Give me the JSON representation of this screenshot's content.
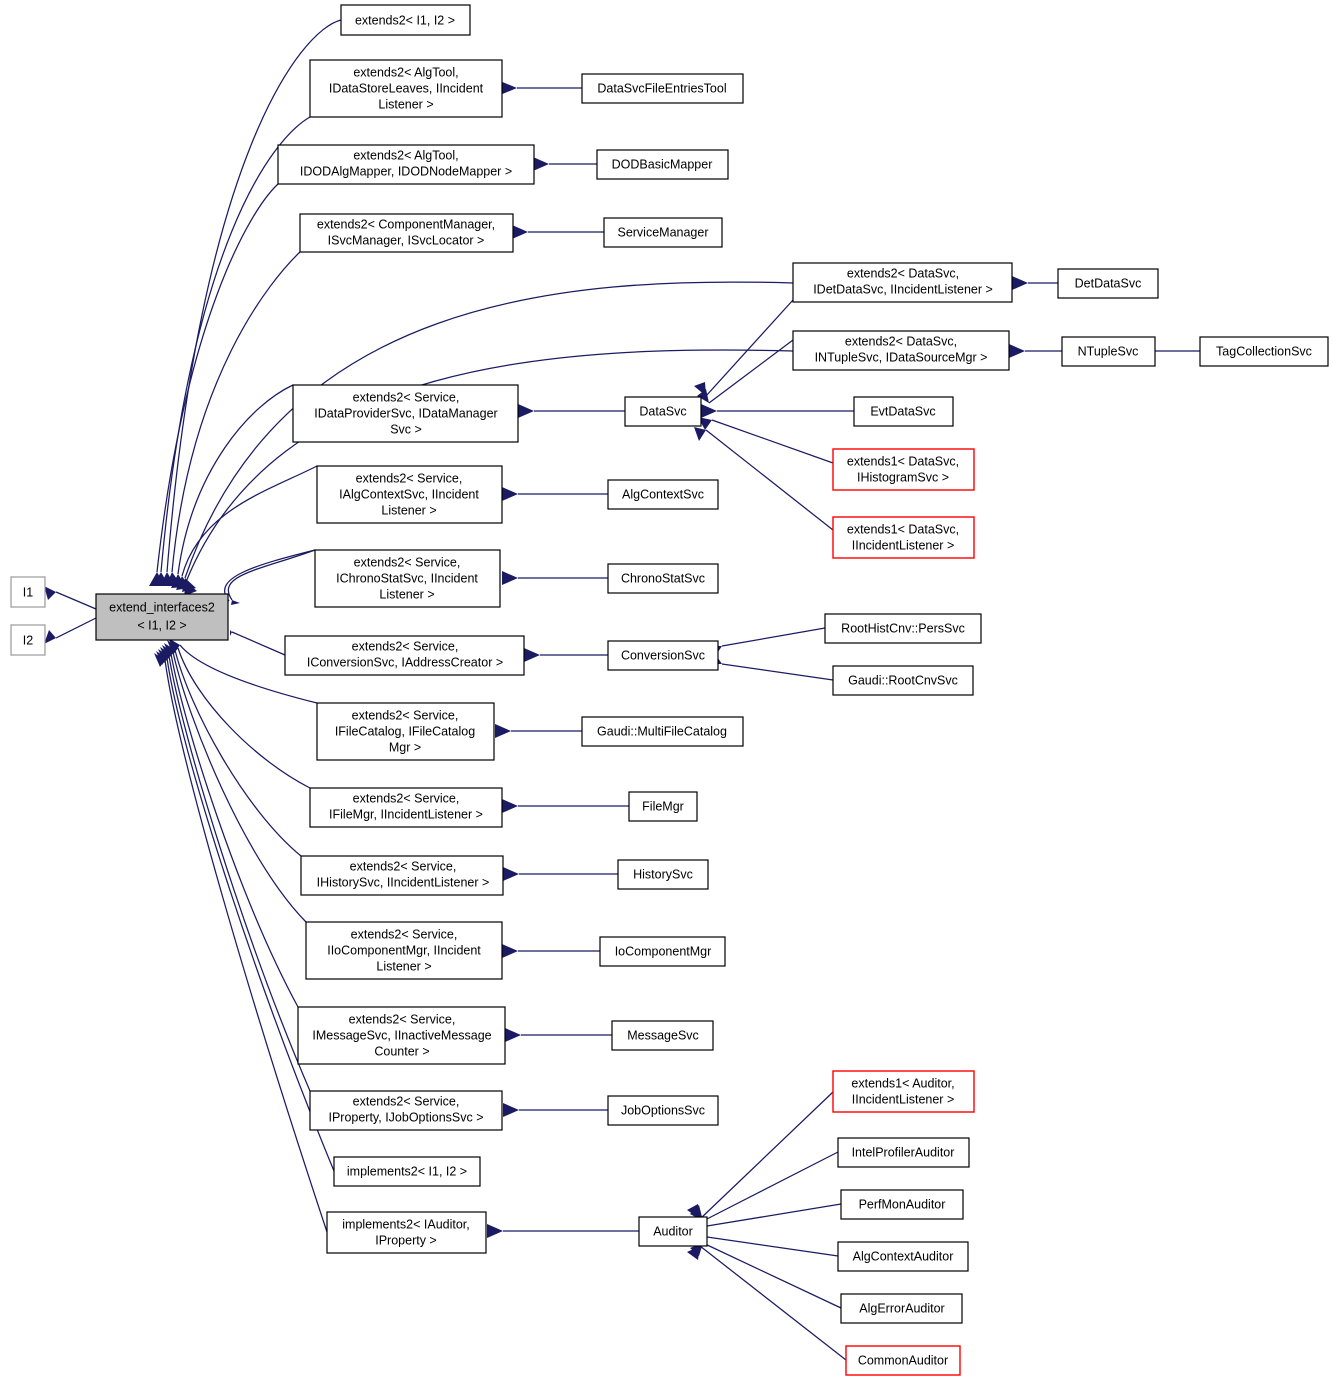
{
  "diagram": {
    "type": "class-inheritance-graph",
    "style": {
      "node_fill": "#ffffff",
      "node_stroke": "#000000",
      "highlight_fill": "#bfbfbf",
      "red_stroke": "#ff0000",
      "edge_color": "#1b1b64",
      "background": "#ffffff"
    },
    "root": {
      "label_line1": "extend_interfaces2",
      "label_line2": "< I1, I2 >"
    },
    "interfaces": [
      {
        "id": "i1",
        "label": "I1"
      },
      {
        "id": "i2",
        "label": "I2"
      }
    ],
    "nodes": [
      {
        "id": "extends2_i1_i2",
        "lines": [
          "extends2< I1, I2 >"
        ]
      },
      {
        "id": "extends2_algtool_datastoreleaves",
        "lines": [
          "extends2< AlgTool,",
          "IDataStoreLeaves, IIncident",
          "Listener >"
        ]
      },
      {
        "id": "datasvcfileentriestool",
        "lines": [
          "DataSvcFileEntriesTool"
        ]
      },
      {
        "id": "extends2_algtool_dodalgmapper",
        "lines": [
          "extends2< AlgTool,",
          "IDODAlgMapper, IDODNodeMapper >"
        ]
      },
      {
        "id": "dodbasicmapper",
        "lines": [
          "DODBasicMapper"
        ]
      },
      {
        "id": "extends2_componentmanager",
        "lines": [
          "extends2< ComponentManager,",
          "ISvcManager, ISvcLocator >"
        ]
      },
      {
        "id": "servicemanager",
        "lines": [
          "ServiceManager"
        ]
      },
      {
        "id": "extends2_datasvc_idetdatasvc",
        "lines": [
          "extends2< DataSvc,",
          "IDetDataSvc, IIncidentListener >"
        ]
      },
      {
        "id": "detdatasvc",
        "lines": [
          "DetDataSvc"
        ]
      },
      {
        "id": "extends2_datasvc_intuplesvc",
        "lines": [
          "extends2< DataSvc,",
          "INTupleSvc, IDataSourceMgr >"
        ]
      },
      {
        "id": "ntuplesvc",
        "lines": [
          "NTupleSvc"
        ]
      },
      {
        "id": "tagcollectionsvc",
        "lines": [
          "TagCollectionSvc"
        ]
      },
      {
        "id": "extends2_service_idataprovidersvc",
        "lines": [
          "extends2< Service,",
          "IDataProviderSvc, IDataManager",
          "Svc >"
        ]
      },
      {
        "id": "datasvc",
        "lines": [
          "DataSvc"
        ]
      },
      {
        "id": "evtdatasvc",
        "lines": [
          "EvtDataSvc"
        ]
      },
      {
        "id": "extends1_datasvc_ihistogramsvc",
        "lines": [
          "extends1< DataSvc,",
          "IHistogramSvc >"
        ],
        "red": true
      },
      {
        "id": "extends1_datasvc_iincidentlistener",
        "lines": [
          "extends1< DataSvc,",
          "IIncidentListener >"
        ],
        "red": true
      },
      {
        "id": "extends2_service_ialgcontextsvc",
        "lines": [
          "extends2< Service,",
          "IAlgContextSvc, IIncident",
          "Listener >"
        ]
      },
      {
        "id": "algcontextsvc",
        "lines": [
          "AlgContextSvc"
        ]
      },
      {
        "id": "extends2_service_ichronostatsvc",
        "lines": [
          "extends2< Service,",
          "IChronoStatSvc, IIncident",
          "Listener >"
        ]
      },
      {
        "id": "chronostatsvc",
        "lines": [
          "ChronoStatSvc"
        ]
      },
      {
        "id": "extends2_service_iconversionsvc",
        "lines": [
          "extends2< Service,",
          "IConversionSvc, IAddressCreator >"
        ]
      },
      {
        "id": "conversionsvc",
        "lines": [
          "ConversionSvc"
        ]
      },
      {
        "id": "roothistcnv_perssvc",
        "lines": [
          "RootHistCnv::PersSvc"
        ]
      },
      {
        "id": "gaudi_rootcnvsvc",
        "lines": [
          "Gaudi::RootCnvSvc"
        ]
      },
      {
        "id": "extends2_service_ifilecatalog",
        "lines": [
          "extends2< Service,",
          "IFileCatalog, IFileCatalog",
          "Mgr >"
        ]
      },
      {
        "id": "gaudi_multifilecatalog",
        "lines": [
          "Gaudi::MultiFileCatalog"
        ]
      },
      {
        "id": "extends2_service_ifilemgr",
        "lines": [
          "extends2< Service,",
          "IFileMgr, IIncidentListener >"
        ]
      },
      {
        "id": "filemgr",
        "lines": [
          "FileMgr"
        ]
      },
      {
        "id": "extends2_service_ihistorysvc",
        "lines": [
          "extends2< Service,",
          "IHistorySvc, IIncidentListener >"
        ]
      },
      {
        "id": "historysvc",
        "lines": [
          "HistorySvc"
        ]
      },
      {
        "id": "extends2_service_iiocomponentmgr",
        "lines": [
          "extends2< Service,",
          "IIoComponentMgr, IIncident",
          "Listener >"
        ]
      },
      {
        "id": "iocomponentmgr",
        "lines": [
          "IoComponentMgr"
        ]
      },
      {
        "id": "extends2_service_imessagesvc",
        "lines": [
          "extends2< Service,",
          "IMessageSvc, IInactiveMessage",
          "Counter >"
        ]
      },
      {
        "id": "messagesvc",
        "lines": [
          "MessageSvc"
        ]
      },
      {
        "id": "extends2_service_iproperty",
        "lines": [
          "extends2< Service,",
          "IProperty, IJobOptionsSvc >"
        ]
      },
      {
        "id": "joboptionssvc",
        "lines": [
          "JobOptionsSvc"
        ]
      },
      {
        "id": "implements2_i1_i2",
        "lines": [
          "implements2< I1, I2 >"
        ]
      },
      {
        "id": "implements2_iauditor_iproperty",
        "lines": [
          "implements2< IAuditor,",
          "IProperty >"
        ]
      },
      {
        "id": "auditor",
        "lines": [
          "Auditor"
        ]
      },
      {
        "id": "extends1_auditor_iincidentlistener",
        "lines": [
          "extends1< Auditor,",
          "IIncidentListener >"
        ],
        "red": true
      },
      {
        "id": "intelprofilerauditor",
        "lines": [
          "IntelProfilerAuditor"
        ]
      },
      {
        "id": "perfmonauditor",
        "lines": [
          "PerfMonAuditor"
        ]
      },
      {
        "id": "algcontextauditor",
        "lines": [
          "AlgContextAuditor"
        ]
      },
      {
        "id": "algerrorauditor",
        "lines": [
          "AlgErrorAuditor"
        ]
      },
      {
        "id": "commonauditor",
        "lines": [
          "CommonAuditor"
        ],
        "red": true
      }
    ]
  }
}
